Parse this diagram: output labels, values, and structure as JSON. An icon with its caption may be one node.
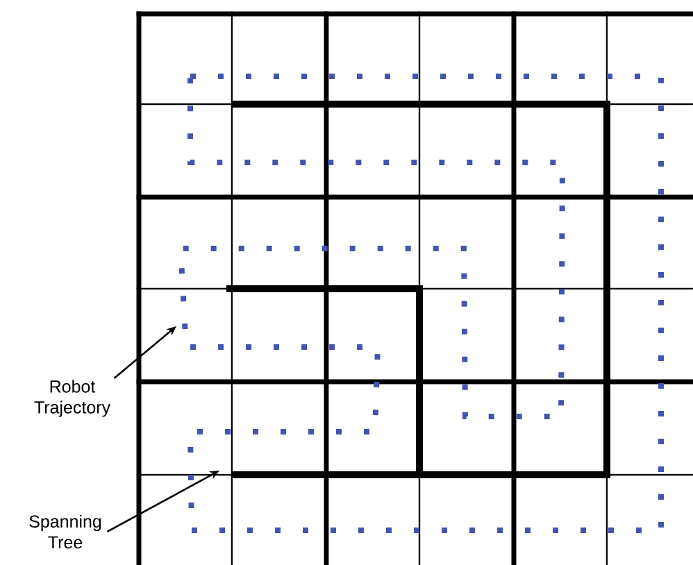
{
  "diagram": {
    "nodes": [
      {
        "text": [
          "Robot Trajectory"
        ]
      },
      {
        "text": [
          "Spanning Tree"
        ]
      }
    ],
    "edges": [
      {
        "from": 0,
        "to": null,
        "arrow": "to"
      },
      {
        "from": 1,
        "to": null,
        "arrow": "to"
      }
    ]
  }
}
